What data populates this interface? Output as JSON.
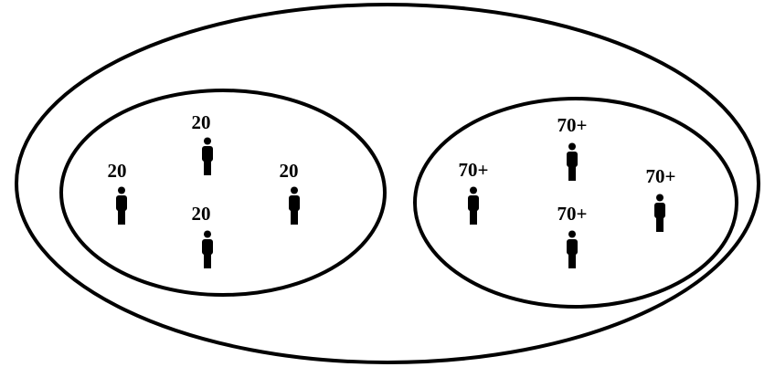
{
  "groups": [
    {
      "name": "young-group",
      "people": [
        {
          "label": "20"
        },
        {
          "label": "20"
        },
        {
          "label": "20"
        },
        {
          "label": "20"
        }
      ]
    },
    {
      "name": "old-group",
      "people": [
        {
          "label": "70+"
        },
        {
          "label": "70+"
        },
        {
          "label": "70+"
        },
        {
          "label": "70+"
        }
      ]
    }
  ],
  "icons": {
    "person": "person-icon"
  },
  "colors": {
    "stroke": "#000000",
    "background": "#ffffff"
  }
}
